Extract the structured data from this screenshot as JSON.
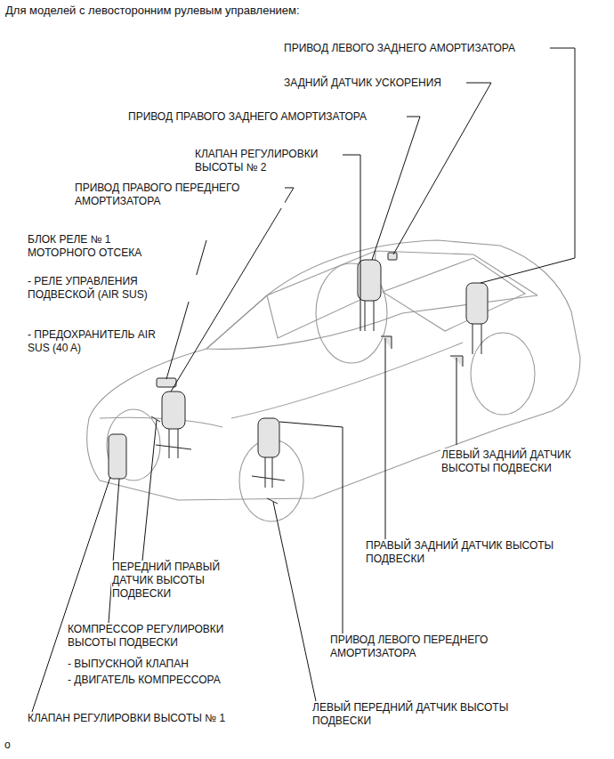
{
  "diagram": {
    "title": "Для моделей с левосторонним рулевым управлением:",
    "labels": [
      "ПРИВОД ЛЕВОГО ЗАДНЕГО АМОРТИЗАТОРА",
      "ЗАДНИЙ ДАТЧИК УСКОРЕНИЯ",
      "ПРИВОД ПРАВОГО ЗАДНЕГО АМОРТИЗАТОРА",
      "КЛАПАН РЕГУЛИРОВКИ ВЫСОТЫ № 2",
      "ПРИВОД ПРАВОГО ПЕРЕДНЕГО АМОРТИЗАТОРА",
      "БЛОК РЕЛЕ № 1 МОТОРНОГО ОТСЕКА",
      "- РЕЛЕ УПРАВЛЕНИЯ ПОДВЕСКОЙ (AIR SUS)",
      "- ПРЕДОХРАНИТЕЛЬ AIR SUS (40 A)",
      "ЛЕВЫЙ ЗАДНИЙ ДАТЧИК ВЫСОТЫ ПОДВЕСКИ",
      "ПРАВЫЙ ЗАДНИЙ ДАТЧИК ВЫСОТЫ ПОДВЕСКИ",
      "ПЕРЕДНИЙ ПРАВЫЙ ДАТЧИК ВЫСОТЫ ПОДВЕСКИ",
      "КОМПРЕССОР РЕГУЛИРОВКИ ВЫСОТЫ ПОДВЕСКИ",
      "- ВЫПУСКНОЙ КЛАПАН",
      "- ДВИГАТЕЛЬ КОМПРЕССОРА",
      "ПРИВОД ЛЕВОГО ПЕРЕДНЕГО АМОРТИЗАТОРА",
      "ЛЕВЫЙ ПЕРЕДНИЙ ДАТЧИК ВЫСОТЫ ПОДВЕСКИ",
      "КЛАПАН РЕГУЛИРОВКИ ВЫСОТЫ № 1",
      "o"
    ]
  }
}
